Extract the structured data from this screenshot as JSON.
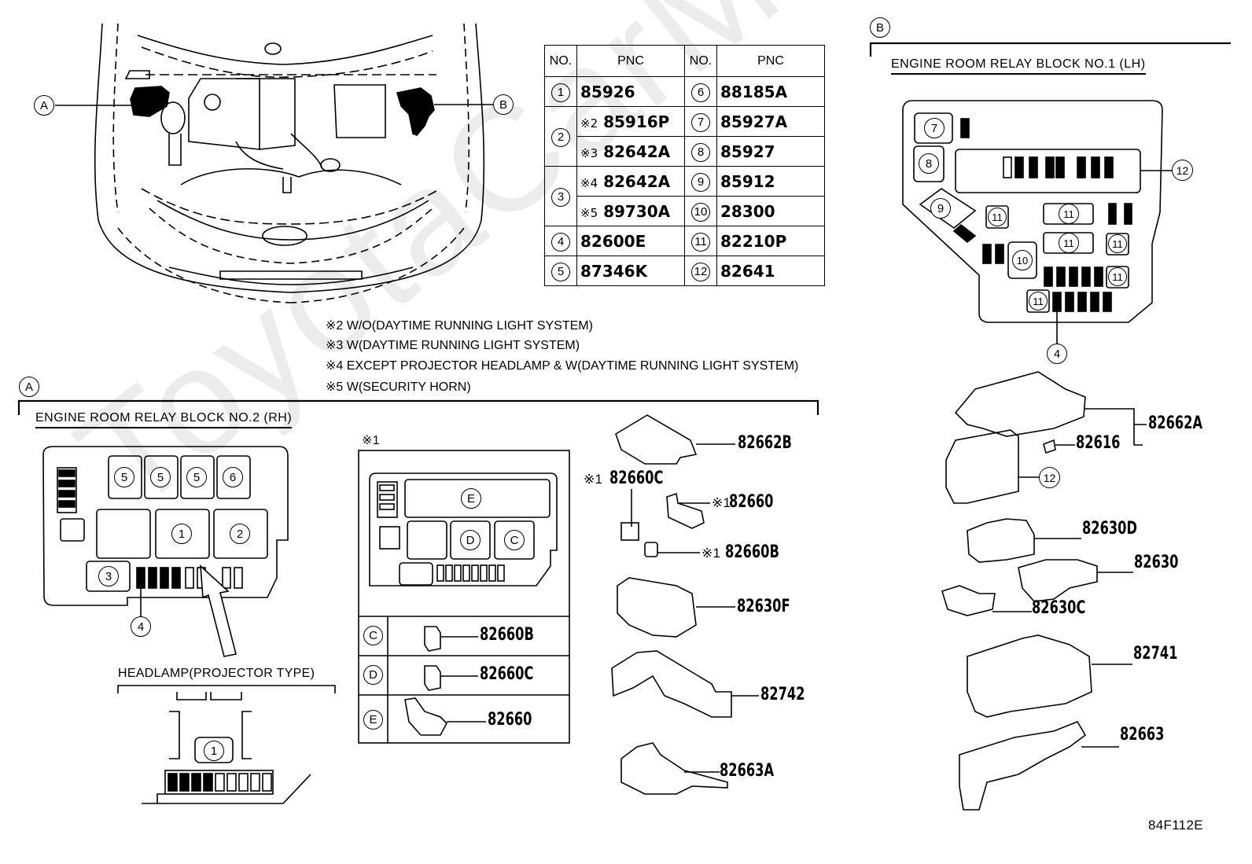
{
  "diagram_code": "84F112E",
  "watermark": "ToyotaCarMine.ru",
  "overview": {
    "callout_a": "A",
    "callout_b": "B"
  },
  "pnc_table": {
    "headers": [
      "NO.",
      "PNC",
      "NO.",
      "PNC"
    ],
    "left": [
      {
        "no": "1",
        "rows": [
          {
            "ref": "",
            "pnc": "85926"
          }
        ]
      },
      {
        "no": "2",
        "rows": [
          {
            "ref": "※2",
            "pnc": "85916P"
          },
          {
            "ref": "※3",
            "pnc": "82642A"
          }
        ]
      },
      {
        "no": "3",
        "rows": [
          {
            "ref": "※4",
            "pnc": "82642A"
          },
          {
            "ref": "※5",
            "pnc": "89730A"
          }
        ]
      },
      {
        "no": "4",
        "rows": [
          {
            "ref": "",
            "pnc": "82600E"
          }
        ]
      },
      {
        "no": "5",
        "rows": [
          {
            "ref": "",
            "pnc": "87346K"
          }
        ]
      }
    ],
    "right": [
      {
        "no": "6",
        "pnc": "88185A"
      },
      {
        "no": "7",
        "pnc": "85927A"
      },
      {
        "no": "8",
        "pnc": "85927"
      },
      {
        "no": "9",
        "pnc": "85912"
      },
      {
        "no": "10",
        "pnc": "28300"
      },
      {
        "no": "11",
        "pnc": "82210P"
      },
      {
        "no": "12",
        "pnc": "82641"
      }
    ]
  },
  "notes": [
    "※2 W/O(DAYTIME RUNNING LIGHT SYSTEM)",
    "※3 W(DAYTIME RUNNING LIGHT SYSTEM)",
    "※4 EXCEPT PROJECTOR HEADLAMP & W(DAYTIME RUNNING LIGHT SYSTEM)",
    "※5 W(SECURITY HORN)"
  ],
  "section_a": {
    "callout": "A",
    "title": "ENGINE ROOM RELAY BLOCK NO.2  (RH)",
    "relay_slots_top": [
      "5",
      "5",
      "5",
      "6"
    ],
    "relay_slots_mid": [
      "",
      "1",
      "2"
    ],
    "slot_3": "3",
    "fuse_callout": "4",
    "headlamp_title": "HEADLAMP(PROJECTOR TYPE)",
    "headlamp_slot": "1",
    "option_mark": "※1",
    "option_block_slots": {
      "e": "E",
      "d": "D",
      "c": "C"
    },
    "option_rows": [
      {
        "letter": "C",
        "pnc": "82660B"
      },
      {
        "letter": "D",
        "pnc": "82660C"
      },
      {
        "letter": "E",
        "pnc": "82660"
      }
    ],
    "parts": [
      {
        "ref": "",
        "pnc": "82662B"
      },
      {
        "ref": "※1",
        "pnc": "82660C"
      },
      {
        "ref": "※1",
        "pnc": "82660"
      },
      {
        "ref": "※1",
        "pnc": "82660B"
      },
      {
        "ref": "",
        "pnc": "82630F"
      },
      {
        "ref": "",
        "pnc": "82742"
      },
      {
        "ref": "",
        "pnc": "82663A"
      }
    ]
  },
  "section_b": {
    "callout": "B",
    "title": "ENGINE ROOM RELAY BLOCK NO.1  (LH)",
    "slots": {
      "s7": "7",
      "s8": "8",
      "s9": "9",
      "s10": "10",
      "s11": "11",
      "s12": "12",
      "s4": "4"
    },
    "parts": [
      {
        "pnc": "82662A"
      },
      {
        "pnc": "82616"
      },
      {
        "callout": "12"
      },
      {
        "pnc": "82630D"
      },
      {
        "pnc": "82630"
      },
      {
        "pnc": "82630C"
      },
      {
        "pnc": "82741"
      },
      {
        "pnc": "82663"
      }
    ]
  }
}
